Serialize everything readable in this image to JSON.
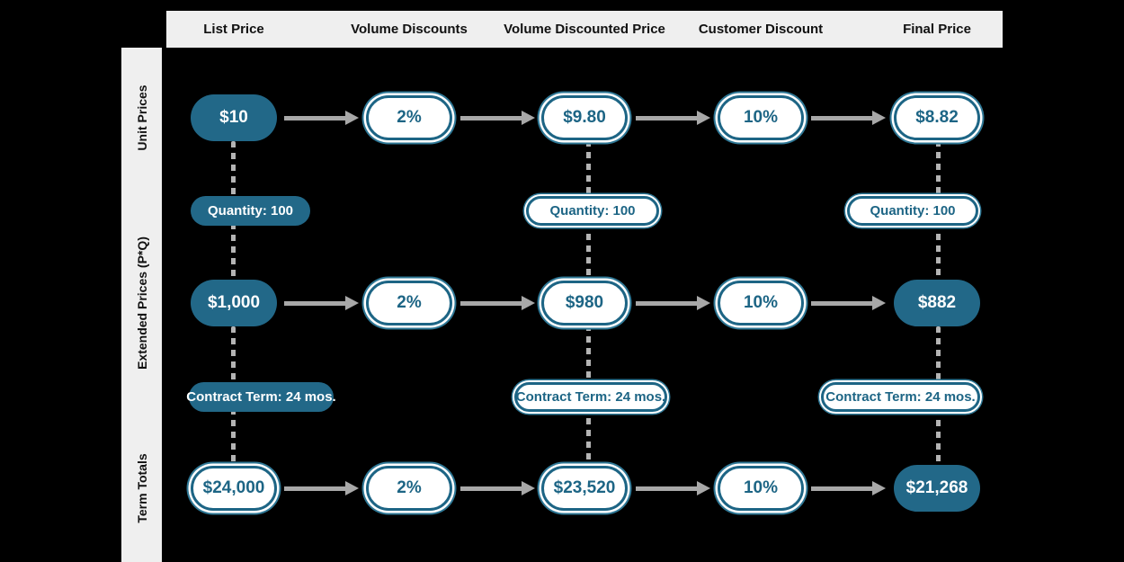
{
  "columns": [
    "List Price",
    "Volume Discounts",
    "Volume Discounted Price",
    "Customer Discount",
    "Final Price"
  ],
  "row_labels": [
    "Unit Prices",
    "Extended Prices (P*Q)",
    "Term Totals"
  ],
  "flow": {
    "unit_prices": [
      "$10",
      "2%",
      "$9.80",
      "10%",
      "$8.82"
    ],
    "extended_prices": [
      "$1,000",
      "2%",
      "$980",
      "10%",
      "$882"
    ],
    "term_totals": [
      "$24,000",
      "2%",
      "$23,520",
      "10%",
      "$21,268"
    ]
  },
  "connectors": {
    "quantity_label": "Quantity: 100",
    "contract_label": "Contract Term: 24 mos."
  },
  "colors": {
    "background": "#000000",
    "panel_gray": "#efefef",
    "accent_teal": "#226888",
    "accent_teal_dark": "#1d6585",
    "ring_teal": "#2e7795",
    "arrow_gray": "#a8a8a8",
    "dash_gray": "#b4b4b4"
  }
}
